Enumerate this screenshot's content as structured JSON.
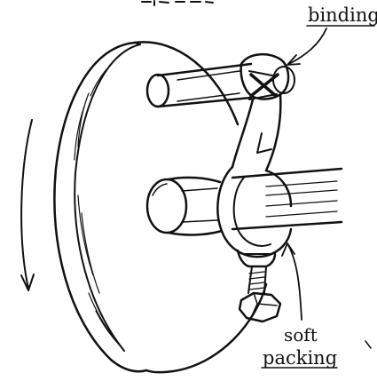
{
  "labels": {
    "binding": "binding",
    "soft_packing_line1": "soft",
    "soft_packing_line2": "packing"
  },
  "colors": {
    "ink": "#111111",
    "paper": "#ffffff"
  }
}
